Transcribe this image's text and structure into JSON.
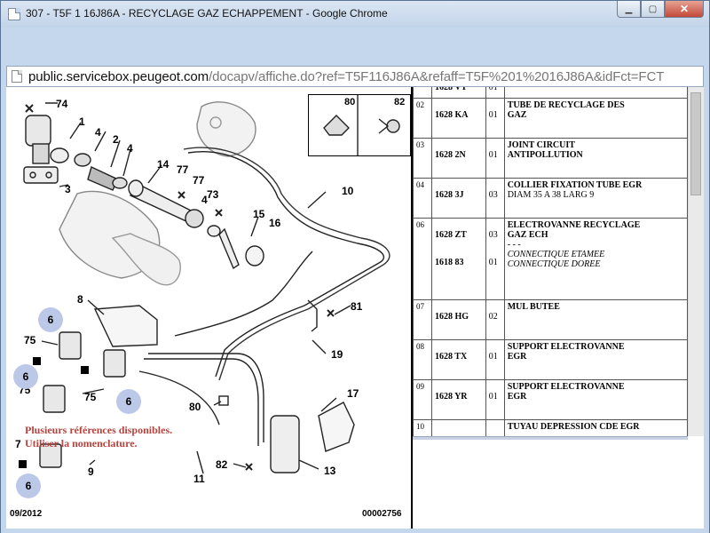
{
  "window": {
    "title": "307 - T5F 1 16J86A - RECYCLAGE GAZ ECHAPPEMENT - Google Chrome",
    "minimize_glyph": "▁",
    "maximize_glyph": "▢",
    "close_glyph": "✕"
  },
  "address": {
    "host": "public.servicebox.peugeot.com",
    "path": "/docapv/affiche.do?ref=T5F116J86A&refaff=T5F%201%2016J86A&idFct=FCT"
  },
  "diagram": {
    "callouts": [
      "74",
      "1",
      "4",
      "2",
      "4",
      "3",
      "14",
      "77",
      "77",
      "4",
      "73",
      "15",
      "16",
      "10",
      "8",
      "81",
      "75",
      "75",
      "75",
      "19",
      "80",
      "17",
      "82",
      "13",
      "9",
      "11",
      "7"
    ],
    "badges": [
      "6",
      "6",
      "6",
      "6"
    ],
    "thumbnails": [
      "80",
      "82"
    ],
    "notice_line1": "Plusieurs références disponibles.",
    "notice_line2": "Utiliser la nomenclature.",
    "footer_date": "09/2012",
    "footer_code": "00002756"
  },
  "parts": {
    "rows": [
      {
        "num": "",
        "ref": "1628 VT",
        "qty": "01",
        "desc": [],
        "desc_sub": [],
        "desc_italic": [],
        "partial_top": true
      },
      {
        "num": "02",
        "ref": "1628 KA",
        "qty": "01",
        "desc": [
          "TUBE DE RECYCLAGE DES",
          "GAZ"
        ],
        "desc_sub": [],
        "desc_italic": []
      },
      {
        "num": "03",
        "ref": "1628 2N",
        "qty": "01",
        "desc": [
          "JOINT CIRCUIT",
          "ANTIPOLLUTION"
        ],
        "desc_sub": [],
        "desc_italic": []
      },
      {
        "num": "04",
        "ref": "1628 3J",
        "qty": "03",
        "desc": [
          "COLLIER FIXATION TUBE EGR"
        ],
        "desc_sub": [
          "DIAM 35 A 38 LARG 9"
        ],
        "desc_italic": []
      },
      {
        "num": "06",
        "ref": "1628 ZT",
        "qty": "03",
        "desc": [
          "ELECTROVANNE RECYCLAGE",
          "GAZ ECH"
        ],
        "desc_sub": [
          "- - -"
        ],
        "desc_italic": [
          "CONNECTIQUE ETAMEE"
        ],
        "ref2": "1618 83",
        "qty2": "01",
        "desc_italic2": "CONNECTIQUE DOREE"
      },
      {
        "num": "07",
        "ref": "1628 HG",
        "qty": "02",
        "desc": [
          "MUL BUTEE"
        ],
        "desc_sub": [],
        "desc_italic": []
      },
      {
        "num": "08",
        "ref": "1628 TX",
        "qty": "01",
        "desc": [
          "SUPPORT ELECTROVANNE",
          "EGR"
        ],
        "desc_sub": [],
        "desc_italic": []
      },
      {
        "num": "09",
        "ref": "1628 YR",
        "qty": "01",
        "desc": [
          "SUPPORT ELECTROVANNE",
          "EGR"
        ],
        "desc_sub": [],
        "desc_italic": []
      },
      {
        "num": "10",
        "ref": "",
        "qty": "",
        "desc": [
          "TUYAU DEPRESSION CDE EGR"
        ],
        "desc_sub": [],
        "desc_italic": []
      }
    ]
  }
}
